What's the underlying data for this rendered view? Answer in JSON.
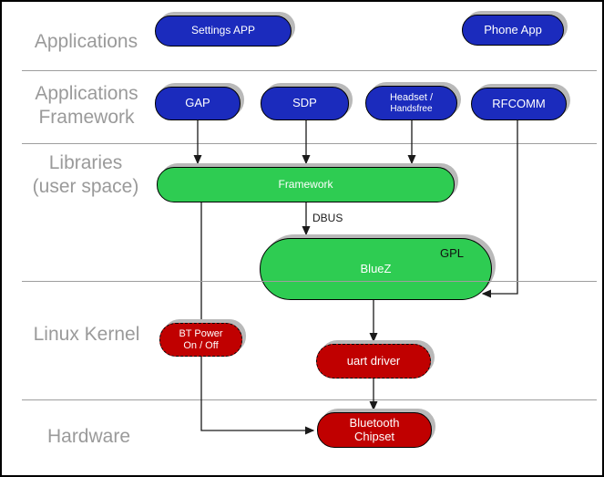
{
  "layers": [
    {
      "id": "applications",
      "lines": [
        "Applications"
      ]
    },
    {
      "id": "applications-framework",
      "lines": [
        "Applications",
        "Framework"
      ]
    },
    {
      "id": "libraries-user-space",
      "lines": [
        "Libraries",
        "(user space)"
      ]
    },
    {
      "id": "linux-kernel",
      "lines": [
        "Linux Kernel"
      ]
    },
    {
      "id": "hardware",
      "lines": [
        "Hardware"
      ]
    }
  ],
  "nodes": {
    "settings_app": {
      "lines": [
        "Settings APP"
      ],
      "color": "blue"
    },
    "phone_app": {
      "lines": [
        "Phone App"
      ],
      "color": "blue"
    },
    "gap": {
      "lines": [
        "GAP"
      ],
      "color": "blue"
    },
    "sdp": {
      "lines": [
        "SDP"
      ],
      "color": "blue"
    },
    "headset_handsfree": {
      "lines": [
        "Headset /",
        "Handsfree"
      ],
      "color": "blue"
    },
    "rfcomm": {
      "lines": [
        "RFCOMM"
      ],
      "color": "blue"
    },
    "framework": {
      "lines": [
        "Framework"
      ],
      "color": "green"
    },
    "bluez": {
      "lines": [
        "BlueZ"
      ],
      "color": "green",
      "badge": "GPL"
    },
    "bt_power": {
      "lines": [
        "BT Power",
        "On / Off"
      ],
      "color": "red",
      "border": "dashed"
    },
    "uart_driver": {
      "lines": [
        "uart driver"
      ],
      "color": "red",
      "border": "dashed"
    },
    "bluetooth_chipset": {
      "lines": [
        "Bluetooth",
        "Chipset"
      ],
      "color": "red",
      "border": "solid"
    }
  },
  "annotations": {
    "dbus_label": "DBUS",
    "gpl_label": "GPL"
  },
  "edges": [
    {
      "from": "Settings APP",
      "to": "",
      "label": ""
    },
    {
      "from": "GAP",
      "to": "Framework",
      "label": ""
    },
    {
      "from": "SDP",
      "to": "Framework",
      "label": ""
    },
    {
      "from": "Headset / Handsfree",
      "to": "Framework",
      "label": ""
    },
    {
      "from": "Framework",
      "to": "BlueZ",
      "label": "DBUS"
    },
    {
      "from": "RFCOMM",
      "to": "BlueZ",
      "label": ""
    },
    {
      "from": "Framework",
      "to": "Bluetooth Chipset",
      "label": ""
    },
    {
      "from": "BlueZ",
      "to": "uart driver",
      "label": ""
    },
    {
      "from": "uart driver",
      "to": "Bluetooth Chipset",
      "label": ""
    }
  ],
  "colors": {
    "node_blue": "#1b2bbd",
    "node_green": "#2ecc52",
    "node_red": "#c00000",
    "pill_shadow": "#b9b9b9",
    "layer_label_gray": "#9a9a9a",
    "divider_gray": "#9e9e9e",
    "node_text": "#ffffff",
    "connector_black": "#1a1a1a"
  }
}
